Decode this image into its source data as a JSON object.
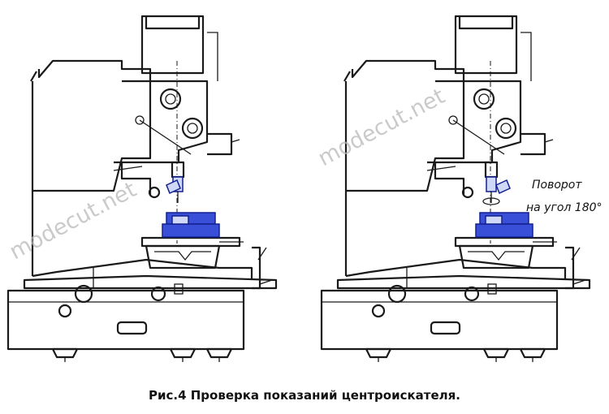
{
  "caption": "Рис.4 Проверка показаний центроискателя.",
  "annotation": {
    "line1": "Поворот",
    "line2": "на угол 180°"
  },
  "watermark": "modecut.net",
  "colors": {
    "accent_blue": "#3a4fd8",
    "light_blue": "#cfd9f7",
    "line": "#1a1a1a",
    "watermark": "#b9b9b9"
  }
}
